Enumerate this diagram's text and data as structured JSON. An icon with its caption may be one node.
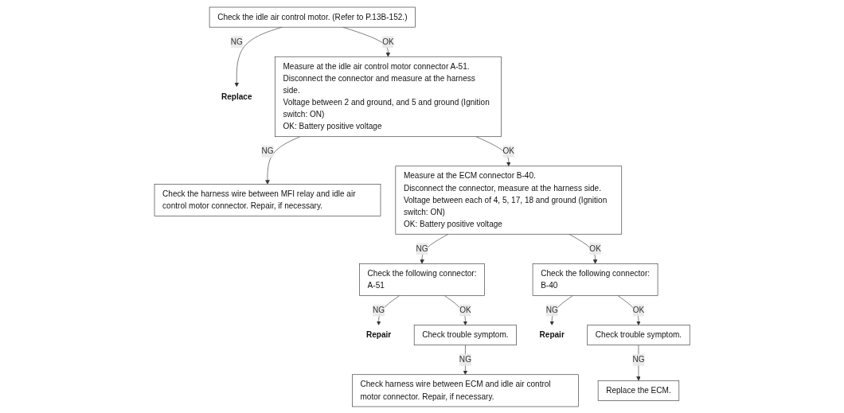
{
  "diagram": {
    "nodes": [
      {
        "text": [
          "Check the idle air control motor. (Refer to P.13B-152.)"
        ]
      },
      {
        "text": [
          "Replace"
        ]
      },
      {
        "text": [
          "Measure at the idle air control motor connector A-51.",
          "Disconnect the connector and measure at the harness side.",
          "Voltage between 2 and ground, and 5 and ground (Ignition switch: ON)",
          "OK: Battery positive voltage"
        ]
      },
      {
        "text": [
          "Check the harness wire between MFI relay and idle air control motor connector. Repair, if necessary."
        ]
      },
      {
        "text": [
          "Measure at the ECM connector B-40.",
          "Disconnect the connector, measure at the harness side.",
          "Voltage between each of 4, 5, 17, 18 and ground (Ignition switch: ON)",
          "OK: Battery positive voltage"
        ]
      },
      {
        "text": [
          "Check the following connector:",
          "A-51"
        ]
      },
      {
        "text": [
          "Repair"
        ]
      },
      {
        "text": [
          "Check trouble symptom."
        ]
      },
      {
        "text": [
          "Check harness wire between ECM and idle air control motor connector. Repair, if necessary."
        ]
      },
      {
        "text": [
          "Check the following connector:",
          "B-40"
        ]
      },
      {
        "text": [
          "Repair"
        ]
      },
      {
        "text": [
          "Check trouble symptom."
        ]
      },
      {
        "text": [
          "Replace the ECM."
        ]
      }
    ],
    "edges": [
      {
        "from": 0,
        "to": 1,
        "arrow": "to",
        "label": "NG"
      },
      {
        "from": 0,
        "to": 2,
        "arrow": "to",
        "label": "OK"
      },
      {
        "from": 2,
        "to": 3,
        "arrow": "to",
        "label": "NG"
      },
      {
        "from": 2,
        "to": 4,
        "arrow": "to",
        "label": "OK"
      },
      {
        "from": 4,
        "to": 5,
        "arrow": "to",
        "label": "NG"
      },
      {
        "from": 4,
        "to": 9,
        "arrow": "to",
        "label": "OK"
      },
      {
        "from": 5,
        "to": 6,
        "arrow": "to",
        "label": "NG"
      },
      {
        "from": 5,
        "to": 7,
        "arrow": "to",
        "label": "OK"
      },
      {
        "from": 7,
        "to": 8,
        "arrow": "to",
        "label": "NG"
      },
      {
        "from": 9,
        "to": 10,
        "arrow": "to",
        "label": "NG"
      },
      {
        "from": 9,
        "to": 11,
        "arrow": "to",
        "label": "OK"
      },
      {
        "from": 11,
        "to": 12,
        "arrow": "to",
        "label": "NG"
      }
    ]
  }
}
